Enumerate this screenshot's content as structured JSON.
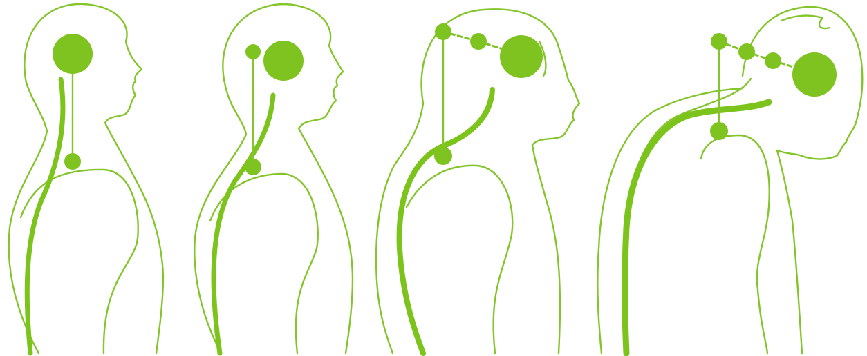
{
  "colors": {
    "background": "#ffffff",
    "line": "#84c52b",
    "spine": "#7cc31c",
    "marker": "#7ec31f"
  },
  "figures": [
    {
      "id": "figure-1",
      "posture": "upright"
    },
    {
      "id": "figure-2",
      "posture": "slight-forward-head"
    },
    {
      "id": "figure-3",
      "posture": "moderate-forward-head"
    },
    {
      "id": "figure-4",
      "posture": "severe-forward-head"
    }
  ]
}
